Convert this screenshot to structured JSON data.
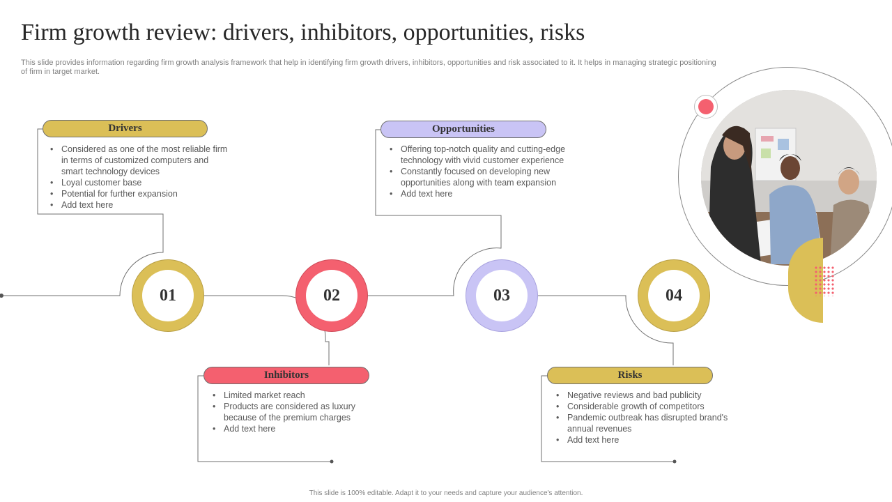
{
  "title": "Firm growth review: drivers, inhibitors, opportunities, risks",
  "subtitle": "This slide provides information regarding firm growth analysis framework that help in identifying firm growth drivers, inhibitors, opportunities and risk associated to it. It helps in managing strategic positioning of firm in target market.",
  "footer": "This slide is 100% editable. Adapt it to your needs and capture your audience's attention.",
  "colors": {
    "gold": "#dbbf57",
    "coral": "#f4606f",
    "lavender": "#c9c4f5",
    "line": "#6f6f6f"
  },
  "steps": [
    {
      "number": "01",
      "label": "Drivers",
      "color": "#dbbf57",
      "bullets": [
        "Considered as one of the most reliable firm in terms of customized computers and smart technology devices",
        "Loyal customer base",
        "Potential for further expansion",
        "Add text here"
      ]
    },
    {
      "number": "02",
      "label": "Inhibitors",
      "color": "#f4606f",
      "bullets": [
        "Limited market reach",
        "Products are considered as luxury because of the premium charges",
        "Add text here"
      ]
    },
    {
      "number": "03",
      "label": "Opportunities",
      "color": "#c9c4f5",
      "bullets": [
        "Offering top-notch quality and cutting-edge technology with vivid customer experience",
        "Constantly focused on developing new opportunities along with team expansion",
        "Add text here"
      ]
    },
    {
      "number": "04",
      "label": "Risks",
      "color": "#dbbf57",
      "bullets": [
        "Negative reviews and bad publicity",
        "Considerable growth of competitors",
        "Pandemic outbreak has disrupted brand's annual revenues",
        "Add text here"
      ]
    }
  ],
  "photo": {
    "icon": "team-meeting-photo"
  }
}
